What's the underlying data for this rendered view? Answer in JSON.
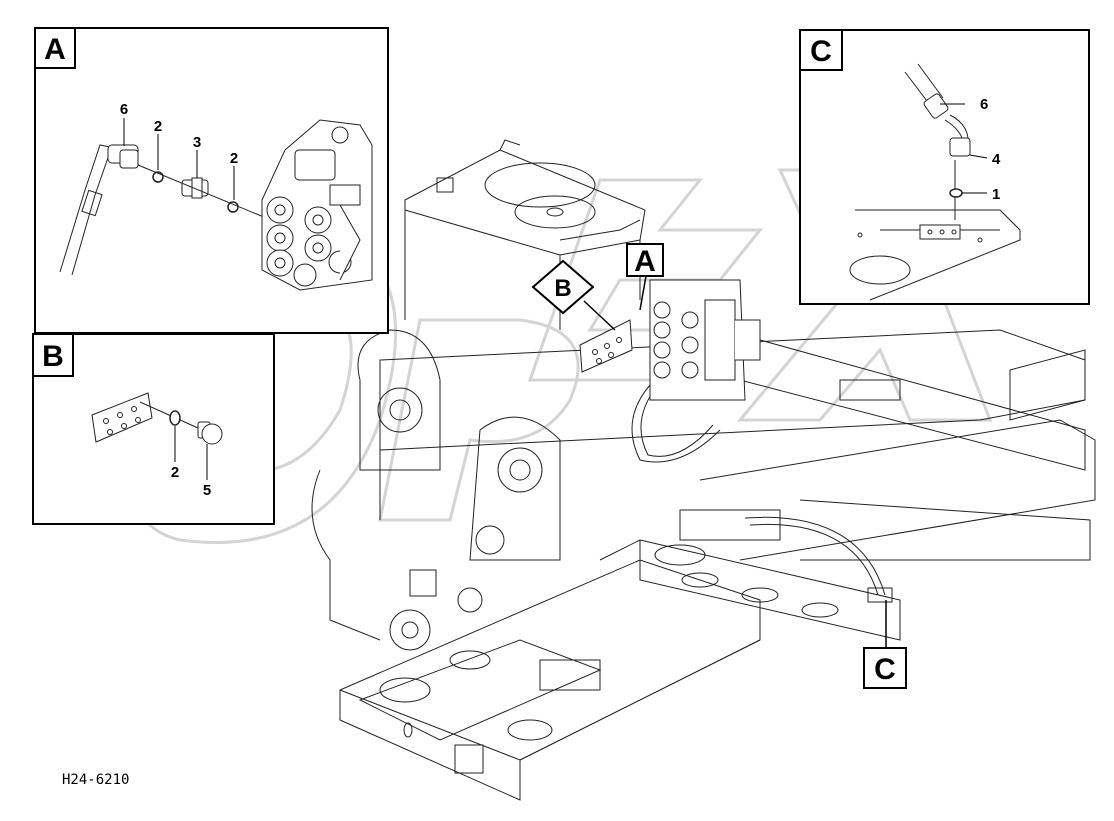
{
  "drawing_code": "H24-6210",
  "watermark": "OPEX",
  "detail_labels": {
    "a": "A",
    "b": "B",
    "c": "C"
  },
  "callouts": {
    "a": {
      "hose": "6",
      "washer_1": "2",
      "adapter": "3",
      "washer_2": "2"
    },
    "b": {
      "washer": "2",
      "plug": "5"
    },
    "c": {
      "hose": "6",
      "elbow": "4",
      "washer": "1"
    }
  }
}
